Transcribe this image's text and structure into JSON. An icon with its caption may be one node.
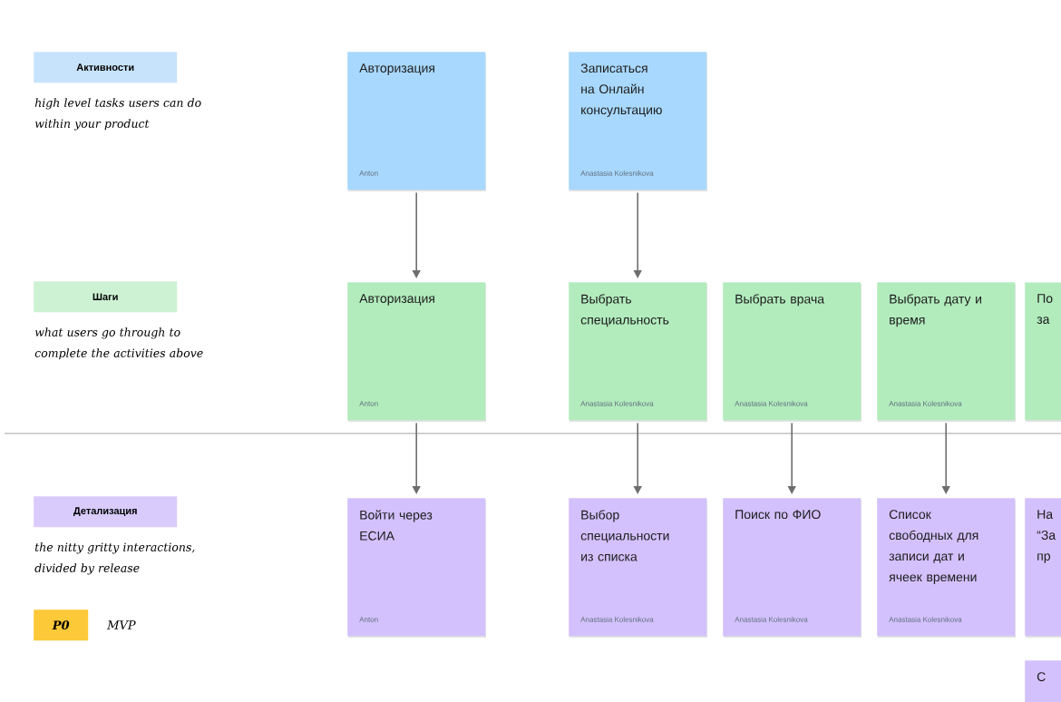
{
  "diagram": {
    "nodes": [
      {
        "text": [
          "Активности"
        ],
        "beside": [
          "high level tasks users can do within your product"
        ]
      },
      {
        "text": [
          "Шаги"
        ],
        "beside": [
          "what users go through to complete the activities above"
        ]
      },
      {
        "text": [
          "Детализация"
        ],
        "beside": [
          "the nitty gritty interactions, divided by release"
        ]
      },
      {
        "text": [
          "P0"
        ],
        "beside": [
          "MVP"
        ]
      },
      {
        "text": [
          "Авторизация",
          "Anton"
        ]
      },
      {
        "text": [
          "Записаться на Онлайн консультацию",
          "Anastasia Kolesnikova"
        ]
      },
      {
        "text": [
          "Авторизация",
          "Anton"
        ]
      },
      {
        "text": [
          "Выбрать специальность",
          "Anastasia Kolesnikova"
        ]
      },
      {
        "text": [
          "Выбрать врача",
          "Anastasia Kolesnikova"
        ]
      },
      {
        "text": [
          "Выбрать дату и время",
          "Anastasia Kolesnikova"
        ]
      },
      {
        "text": [
          "По за"
        ]
      },
      {
        "text": [
          "Войти через ЕСИА",
          "Anton"
        ]
      },
      {
        "text": [
          "Выбор специальности из списка",
          "Anastasia Kolesnikova"
        ]
      },
      {
        "text": [
          "Поиск по ФИО",
          "Anastasia Kolesnikova"
        ]
      },
      {
        "text": [
          "Список свободных для записи дат и ячеек времени",
          "Anastasia Kolesnikova"
        ]
      },
      {
        "text": [
          "На “За пр"
        ]
      },
      {
        "text": [
          "С"
        ]
      }
    ],
    "edges": [
      {
        "from": 4,
        "to": 6,
        "arrow": "to"
      },
      {
        "from": 5,
        "to": 7,
        "arrow": "to"
      },
      {
        "from": 6,
        "to": 11,
        "arrow": "to"
      },
      {
        "from": 7,
        "to": 12,
        "arrow": "to"
      },
      {
        "from": 8,
        "to": 13,
        "arrow": "to"
      },
      {
        "from": 9,
        "to": 14,
        "arrow": "to"
      }
    ]
  }
}
